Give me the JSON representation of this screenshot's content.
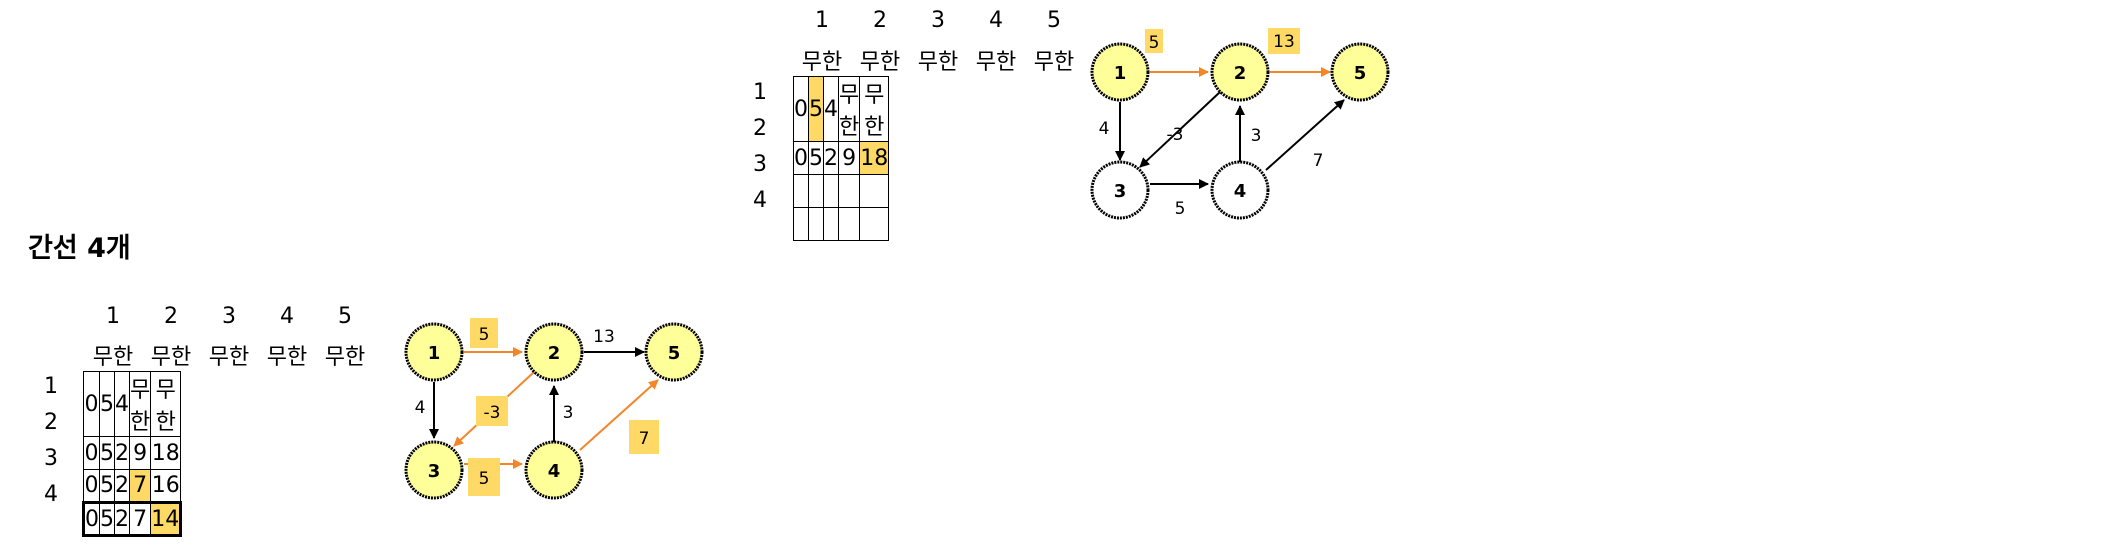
{
  "top_panel": {
    "column_numbers": [
      "1",
      "2",
      "3",
      "4",
      "5"
    ],
    "initial_row": [
      "무한",
      "무한",
      "무한",
      "무한",
      "무한"
    ],
    "row_labels": [
      "1",
      "2",
      "3",
      "4"
    ],
    "rows": [
      [
        "0",
        "5",
        "4",
        "무한",
        "무한"
      ],
      [
        "0",
        "5",
        "2",
        "9",
        "18"
      ],
      [
        "",
        "",
        "",
        "",
        ""
      ],
      [
        "",
        "",
        "",
        "",
        ""
      ]
    ],
    "highlight_cells": [
      [
        0,
        1
      ],
      [
        1,
        4
      ]
    ],
    "graph": {
      "nodes": [
        "1",
        "2",
        "5",
        "3",
        "4"
      ],
      "edges": {
        "e12": "5",
        "e25": "13",
        "e13": "4",
        "e23": "-3",
        "e42": "3",
        "e34": "5",
        "e45": "7"
      },
      "orange_edges": [
        "e12",
        "e25"
      ],
      "highlighted_labels": [
        "e12",
        "e25"
      ]
    }
  },
  "section_title": "간선 4개",
  "bottom_panel": {
    "column_numbers": [
      "1",
      "2",
      "3",
      "4",
      "5"
    ],
    "initial_row": [
      "무한",
      "무한",
      "무한",
      "무한",
      "무한"
    ],
    "row_labels": [
      "1",
      "2",
      "3",
      "4"
    ],
    "rows": [
      [
        "0",
        "5",
        "4",
        "무한",
        "무한"
      ],
      [
        "0",
        "5",
        "2",
        "9",
        "18"
      ],
      [
        "0",
        "5",
        "2",
        "7",
        "16"
      ],
      [
        "0",
        "5",
        "2",
        "7",
        "14"
      ]
    ],
    "highlight_cells": [
      [
        2,
        3
      ],
      [
        3,
        4
      ]
    ],
    "graph": {
      "nodes": [
        "1",
        "2",
        "5",
        "3",
        "4"
      ],
      "edges": {
        "e12": "5",
        "e25": "13",
        "e13": "4",
        "e23": "-3",
        "e42": "3",
        "e34": "5",
        "e45": "7"
      },
      "orange_edges": [
        "e12",
        "e23",
        "e34",
        "e45"
      ],
      "highlighted_labels": [
        "e12",
        "e23",
        "e34",
        "e45"
      ]
    }
  },
  "colors": {
    "highlight": "#ffd966",
    "orange": "#f4862a",
    "node_yellow": "#ffff99",
    "node_white": "#ffffff"
  }
}
